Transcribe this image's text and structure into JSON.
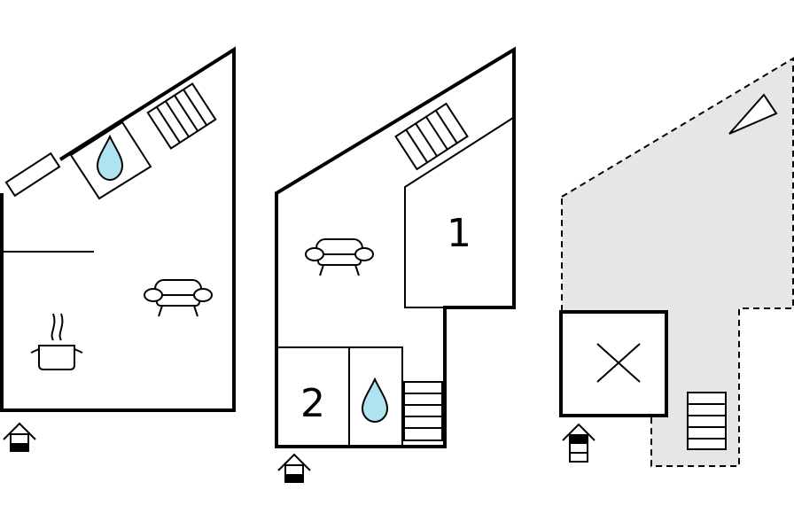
{
  "colors": {
    "wall": "#000000",
    "water_drop": "#aee3ef",
    "outdoor_area": "#e6e6e6",
    "background": "#ffffff"
  },
  "floors": [
    {
      "name": "ground-floor",
      "icons": [
        "window-icon",
        "water-drop-icon",
        "staircase-icon",
        "sofa-icon",
        "cooking-pot-icon",
        "entrance-icon"
      ]
    },
    {
      "name": "upper-floor",
      "rooms": [
        {
          "label": "1"
        },
        {
          "label": "2"
        }
      ],
      "icons": [
        "staircase-icon",
        "sofa-icon",
        "water-drop-icon",
        "staircase-icon",
        "entrance-icon"
      ]
    },
    {
      "name": "outdoor-area",
      "icons": [
        "triangle-icon",
        "cross-icon",
        "staircase-icon",
        "entrance-icon"
      ]
    }
  ]
}
